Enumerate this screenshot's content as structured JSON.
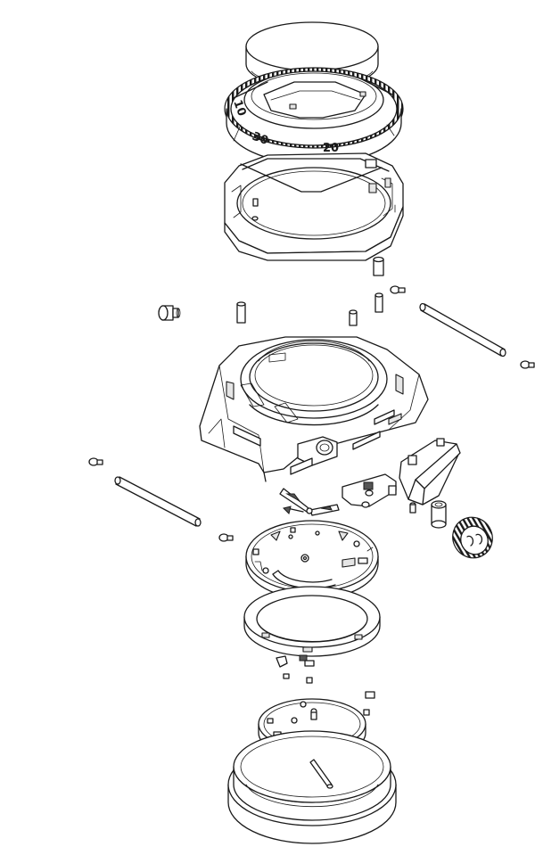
{
  "bezel": {
    "markings": [
      "10",
      "20",
      "30"
    ]
  },
  "colors": {
    "line": "#1a1a1a",
    "background": "#ffffff",
    "shade": "#e6e6e6"
  }
}
